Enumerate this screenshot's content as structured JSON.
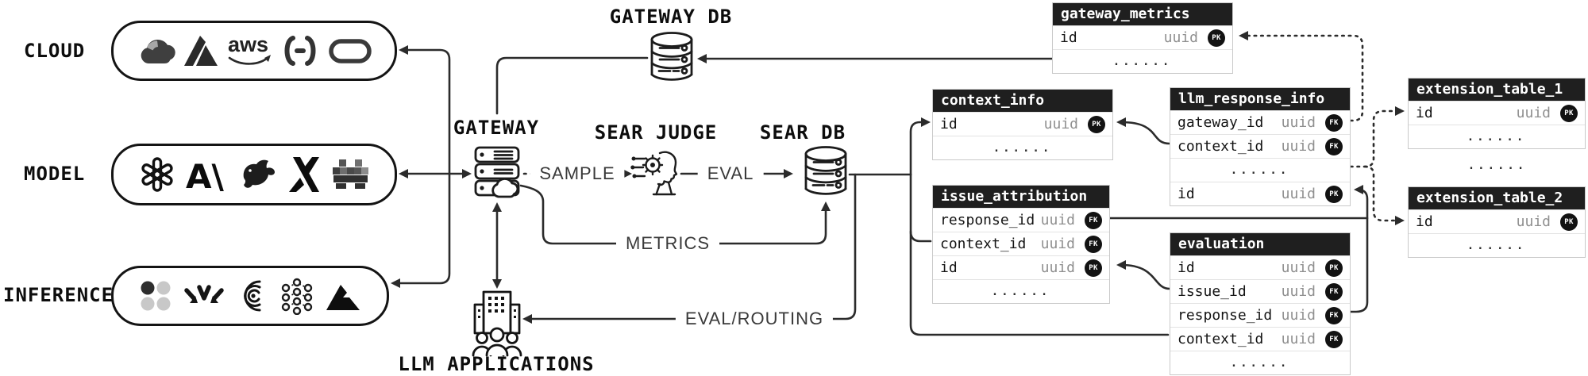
{
  "groups": {
    "cloud": {
      "label": "CLOUD",
      "icons": [
        "google-cloud-icon",
        "azure-icon",
        "aws-icon",
        "brackets-cloud-icon",
        "oracle-icon"
      ]
    },
    "model": {
      "label": "MODEL",
      "icons": [
        "openai-icon",
        "anthropic-icon",
        "deepseek-icon",
        "xai-icon",
        "huggingface-icon"
      ]
    },
    "inference": {
      "label": "INFERENCE",
      "icons": [
        "dots-grid-icon",
        "converging-arrows-icon",
        "cerebras-icon",
        "neural-network-icon",
        "mountain-icon"
      ]
    }
  },
  "nodes": {
    "gateway": {
      "label": "GATEWAY"
    },
    "gateway_db": {
      "label": "GATEWAY DB"
    },
    "sear_judge": {
      "label": "SEAR JUDGE"
    },
    "sear_db": {
      "label": "SEAR DB"
    },
    "llm_applications": {
      "label": "LLM APPLICATIONS"
    }
  },
  "edges": {
    "sample": {
      "label": "SAMPLE"
    },
    "eval": {
      "label": "EVAL"
    },
    "metrics": {
      "label": "METRICS"
    },
    "eval_routing": {
      "label": "EVAL/ROUTING"
    }
  },
  "tables": {
    "gateway_metrics": {
      "title": "gateway_metrics",
      "rows": [
        {
          "field": "id",
          "type": "uuid",
          "key": "PK"
        }
      ],
      "dots": "......"
    },
    "context_info": {
      "title": "context_info",
      "rows": [
        {
          "field": "id",
          "type": "uuid",
          "key": "PK"
        }
      ],
      "dots": "......"
    },
    "llm_response_info": {
      "title": "llm_response_info",
      "rows": [
        {
          "field": "gateway_id",
          "type": "uuid",
          "key": "FK"
        },
        {
          "field": "context_id",
          "type": "uuid",
          "key": "FK"
        }
      ],
      "dots": "......",
      "rows_after": [
        {
          "field": "id",
          "type": "uuid",
          "key": "PK"
        }
      ]
    },
    "issue_attribution": {
      "title": "issue_attribution",
      "rows": [
        {
          "field": "response_id",
          "type": "uuid",
          "key": "FK"
        },
        {
          "field": "context_id",
          "type": "uuid",
          "key": "FK"
        },
        {
          "field": "id",
          "type": "uuid",
          "key": "PK"
        }
      ],
      "dots": "......"
    },
    "evaluation": {
      "title": "evaluation",
      "rows": [
        {
          "field": "id",
          "type": "uuid",
          "key": "PK"
        },
        {
          "field": "issue_id",
          "type": "uuid",
          "key": "FK"
        },
        {
          "field": "response_id",
          "type": "uuid",
          "key": "FK"
        },
        {
          "field": "context_id",
          "type": "uuid",
          "key": "FK"
        }
      ],
      "dots": "......"
    },
    "extension_table_1": {
      "title": "extension_table_1",
      "rows": [
        {
          "field": "id",
          "type": "uuid",
          "key": "PK"
        }
      ],
      "dots": "......"
    },
    "extension_table_2": {
      "title": "extension_table_2",
      "rows": [
        {
          "field": "id",
          "type": "uuid",
          "key": "PK"
        }
      ],
      "dots": "......"
    }
  },
  "misc": {
    "between_extension_dots": "......"
  },
  "icon_glyphs": {
    "aws": "aws",
    "anthropic": "A\\"
  },
  "colors": {
    "line": "#2b2b2b",
    "table_header_bg": "#1f1f1f",
    "badge_bg": "#121212",
    "type_text": "#8f8f8f",
    "edge_label_text": "#3a3a3a"
  }
}
